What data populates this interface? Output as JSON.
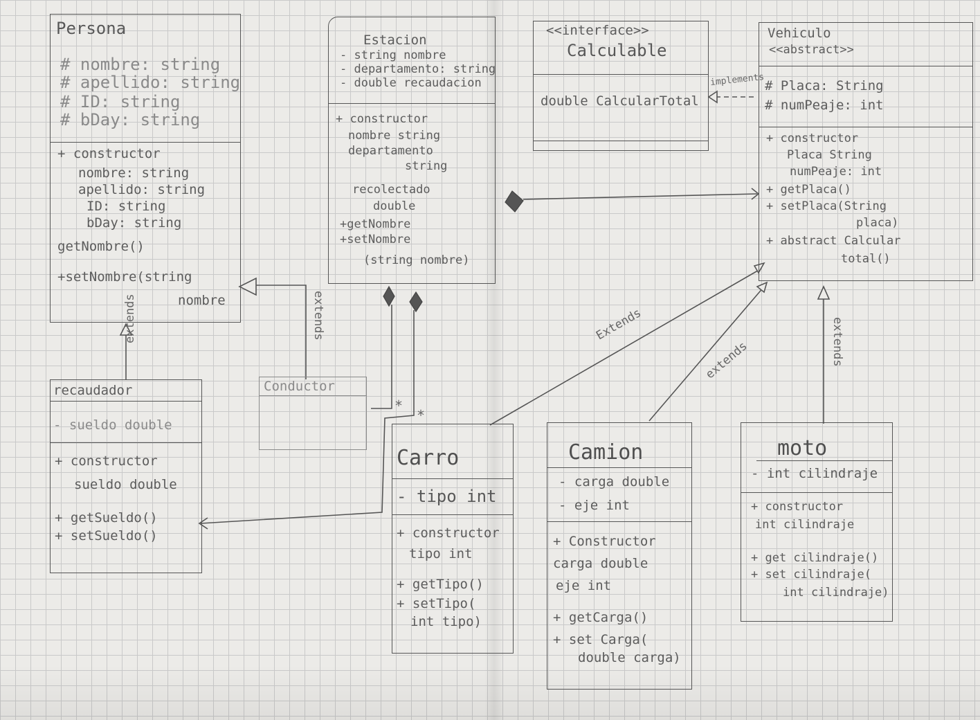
{
  "persona": {
    "name": "Persona",
    "attributes": [
      "# nombre: string",
      "# apellido: string",
      "# ID: string",
      "# bDay: string"
    ],
    "methods": [
      "+ constructor",
      "nombre: string",
      "apellido: string",
      "ID: string",
      "bDay: string",
      "getNombre()",
      "+setNombre(string",
      "nombre"
    ]
  },
  "estacion": {
    "name": "Estacion",
    "attributes": [
      "- string nombre",
      "- departamento: string",
      "- double recaudacion"
    ],
    "methods": [
      "+ constructor",
      "nombre string",
      "departamento",
      "string",
      "recolectado",
      "double",
      "+getNombre",
      "+setNombre",
      "(string nombre)"
    ]
  },
  "calculable": {
    "stereotype": "<<interface>>",
    "name": "Calculable",
    "method": "double CalcularTotal"
  },
  "vehiculo": {
    "name": "Vehiculo",
    "stereotype": "<<abstract>>",
    "attributes": [
      "# Placa: String",
      "# numPeaje: int"
    ],
    "methods": [
      "+ constructor",
      "Placa String",
      "numPeaje: int",
      "+ getPlaca()",
      "+ setPlaca(String",
      "placa)",
      "+ abstract Calcular",
      "total()"
    ]
  },
  "recaudador": {
    "name": "recaudador",
    "attributes": [
      "- sueldo double"
    ],
    "methods": [
      "+ constructor",
      "sueldo double",
      "+ getSueldo()",
      "+ setSueldo()"
    ]
  },
  "conductor": {
    "name": "Conductor"
  },
  "carro": {
    "name": "Carro",
    "attributes": [
      "- tipo int"
    ],
    "methods": [
      "+ constructor",
      "tipo int",
      "+ getTipo()",
      "+ setTipo(",
      "int tipo)"
    ]
  },
  "camion": {
    "name": "Camion",
    "attributes": [
      "- carga double",
      "- eje int"
    ],
    "methods": [
      "+ Constructor",
      "carga double",
      "eje int",
      "+ getCarga()",
      "+ set Carga(",
      "double carga)"
    ]
  },
  "moto": {
    "name": "moto",
    "attributes": [
      "- int cilindraje"
    ],
    "methods": [
      "+ constructor",
      "int cilindraje",
      "+ get cilindraje()",
      "+ set cilindraje(",
      "int cilindraje)"
    ]
  },
  "relations": {
    "implements": "implements",
    "extends": "extends",
    "extends_carro": "Extends",
    "multiplicity": "*"
  }
}
